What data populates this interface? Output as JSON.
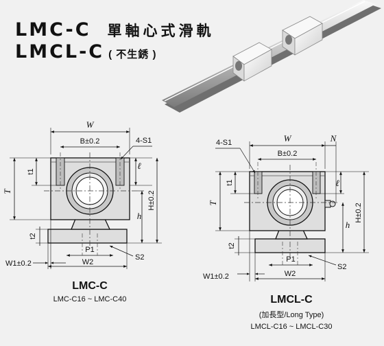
{
  "title": {
    "model_1": "LMC-C",
    "model_2": "LMCL-C",
    "chinese_name": "單軸心式滑軌",
    "note": "( 不生銹 )"
  },
  "lmc_c": {
    "name": "LMC-C",
    "range": "LMC-C16 ~ LMC-C40",
    "dims": {
      "W": "W",
      "B": "B±0.2",
      "S1": "4-S1",
      "t1": "t1",
      "l": "ℓ",
      "T": "T",
      "H": "H±0.2",
      "h": "h",
      "t2": "t2",
      "P1": "P1",
      "S2": "S2",
      "W1": "W1±0.2",
      "W2": "W2"
    }
  },
  "lmcl_c": {
    "name": "LMCL-C",
    "type_note": "(加長型/Long Type)",
    "range": "LMCL-C16 ~ LMCL-C30",
    "dims": {
      "W": "W",
      "N": "N",
      "B": "B±0.2",
      "S1": "4-S1",
      "t1": "t1",
      "l": "ℓ",
      "T": "T",
      "H": "H±0.2",
      "h": "h",
      "t2": "t2",
      "P1": "P1",
      "S2": "S2",
      "W1": "W1±0.2",
      "W2": "W2"
    }
  }
}
